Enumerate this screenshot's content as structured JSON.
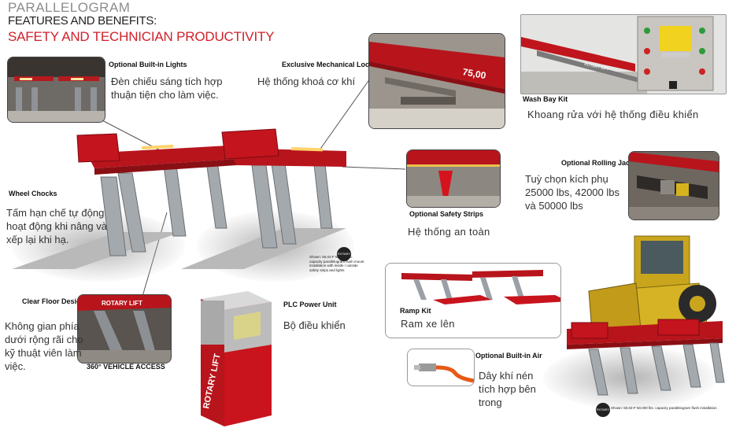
{
  "header": {
    "line1": "PARALLELOGRAM",
    "line2": "FEATURES AND BENEFITS:",
    "line3": "SAFETY AND TECHNICIAN PRODUCTIVITY"
  },
  "features": {
    "lights": {
      "label": "Optional Built-in Lights",
      "text": "Đèn chiếu sáng tích hợp thuận tiện cho làm việc."
    },
    "locks": {
      "label": "Exclusive Mechanical Locks",
      "text": "Hệ thống khoá cơ khí"
    },
    "wash": {
      "label": "Wash Bay Kit",
      "text": "Khoang rửa với hệ thống điều khiển"
    },
    "jacks": {
      "label": "Optional Rolling Jacks",
      "text": "Tuỳ chọn kích phụ 25000 lbs, 42000 lbs và 50000 lbs"
    },
    "chocks": {
      "label": "Wheel Chocks",
      "text": "Tấm hạn chế tự động hoạt động khi nâng và xếp lại khi hạ."
    },
    "strips": {
      "label": "Optional Safety Strips",
      "text": "Hệ thống an toàn"
    },
    "floor": {
      "label": "Clear Floor Design",
      "text": "Không gian phía dưới rộng rãi cho kỹ thuật viên làm việc.",
      "caption": "360° VEHICLE ACCESS"
    },
    "plc": {
      "label": "PLC Power Unit",
      "text": "Bộ điều khiển"
    },
    "ramp": {
      "label": "Ramp Kit",
      "text": "Ram xe lên"
    },
    "air": {
      "label": "Optional Built-in Air",
      "text": "Dây khí nén tích hợp bên trong"
    }
  },
  "notes": {
    "lift_note": "Shown: 50,02-F 50,000 lbs. capacity parallelogram flush mount installation with inside / outside safety strips and lights",
    "loader_note": "Shown: 50,02-F 50,000 lbs. capacity parallelogram flush installation"
  },
  "branding": {
    "plc_brand": "ROTARY LIFT",
    "floor_brand": "ROTARY LIFT",
    "locks_capacity": "75,00",
    "wash_brand": "ROTARY LIFT",
    "logo": "ROTARY"
  },
  "colors": {
    "accent": "#d0202a",
    "lift_red": "#b8141c",
    "steel": "#9aa0a6"
  }
}
